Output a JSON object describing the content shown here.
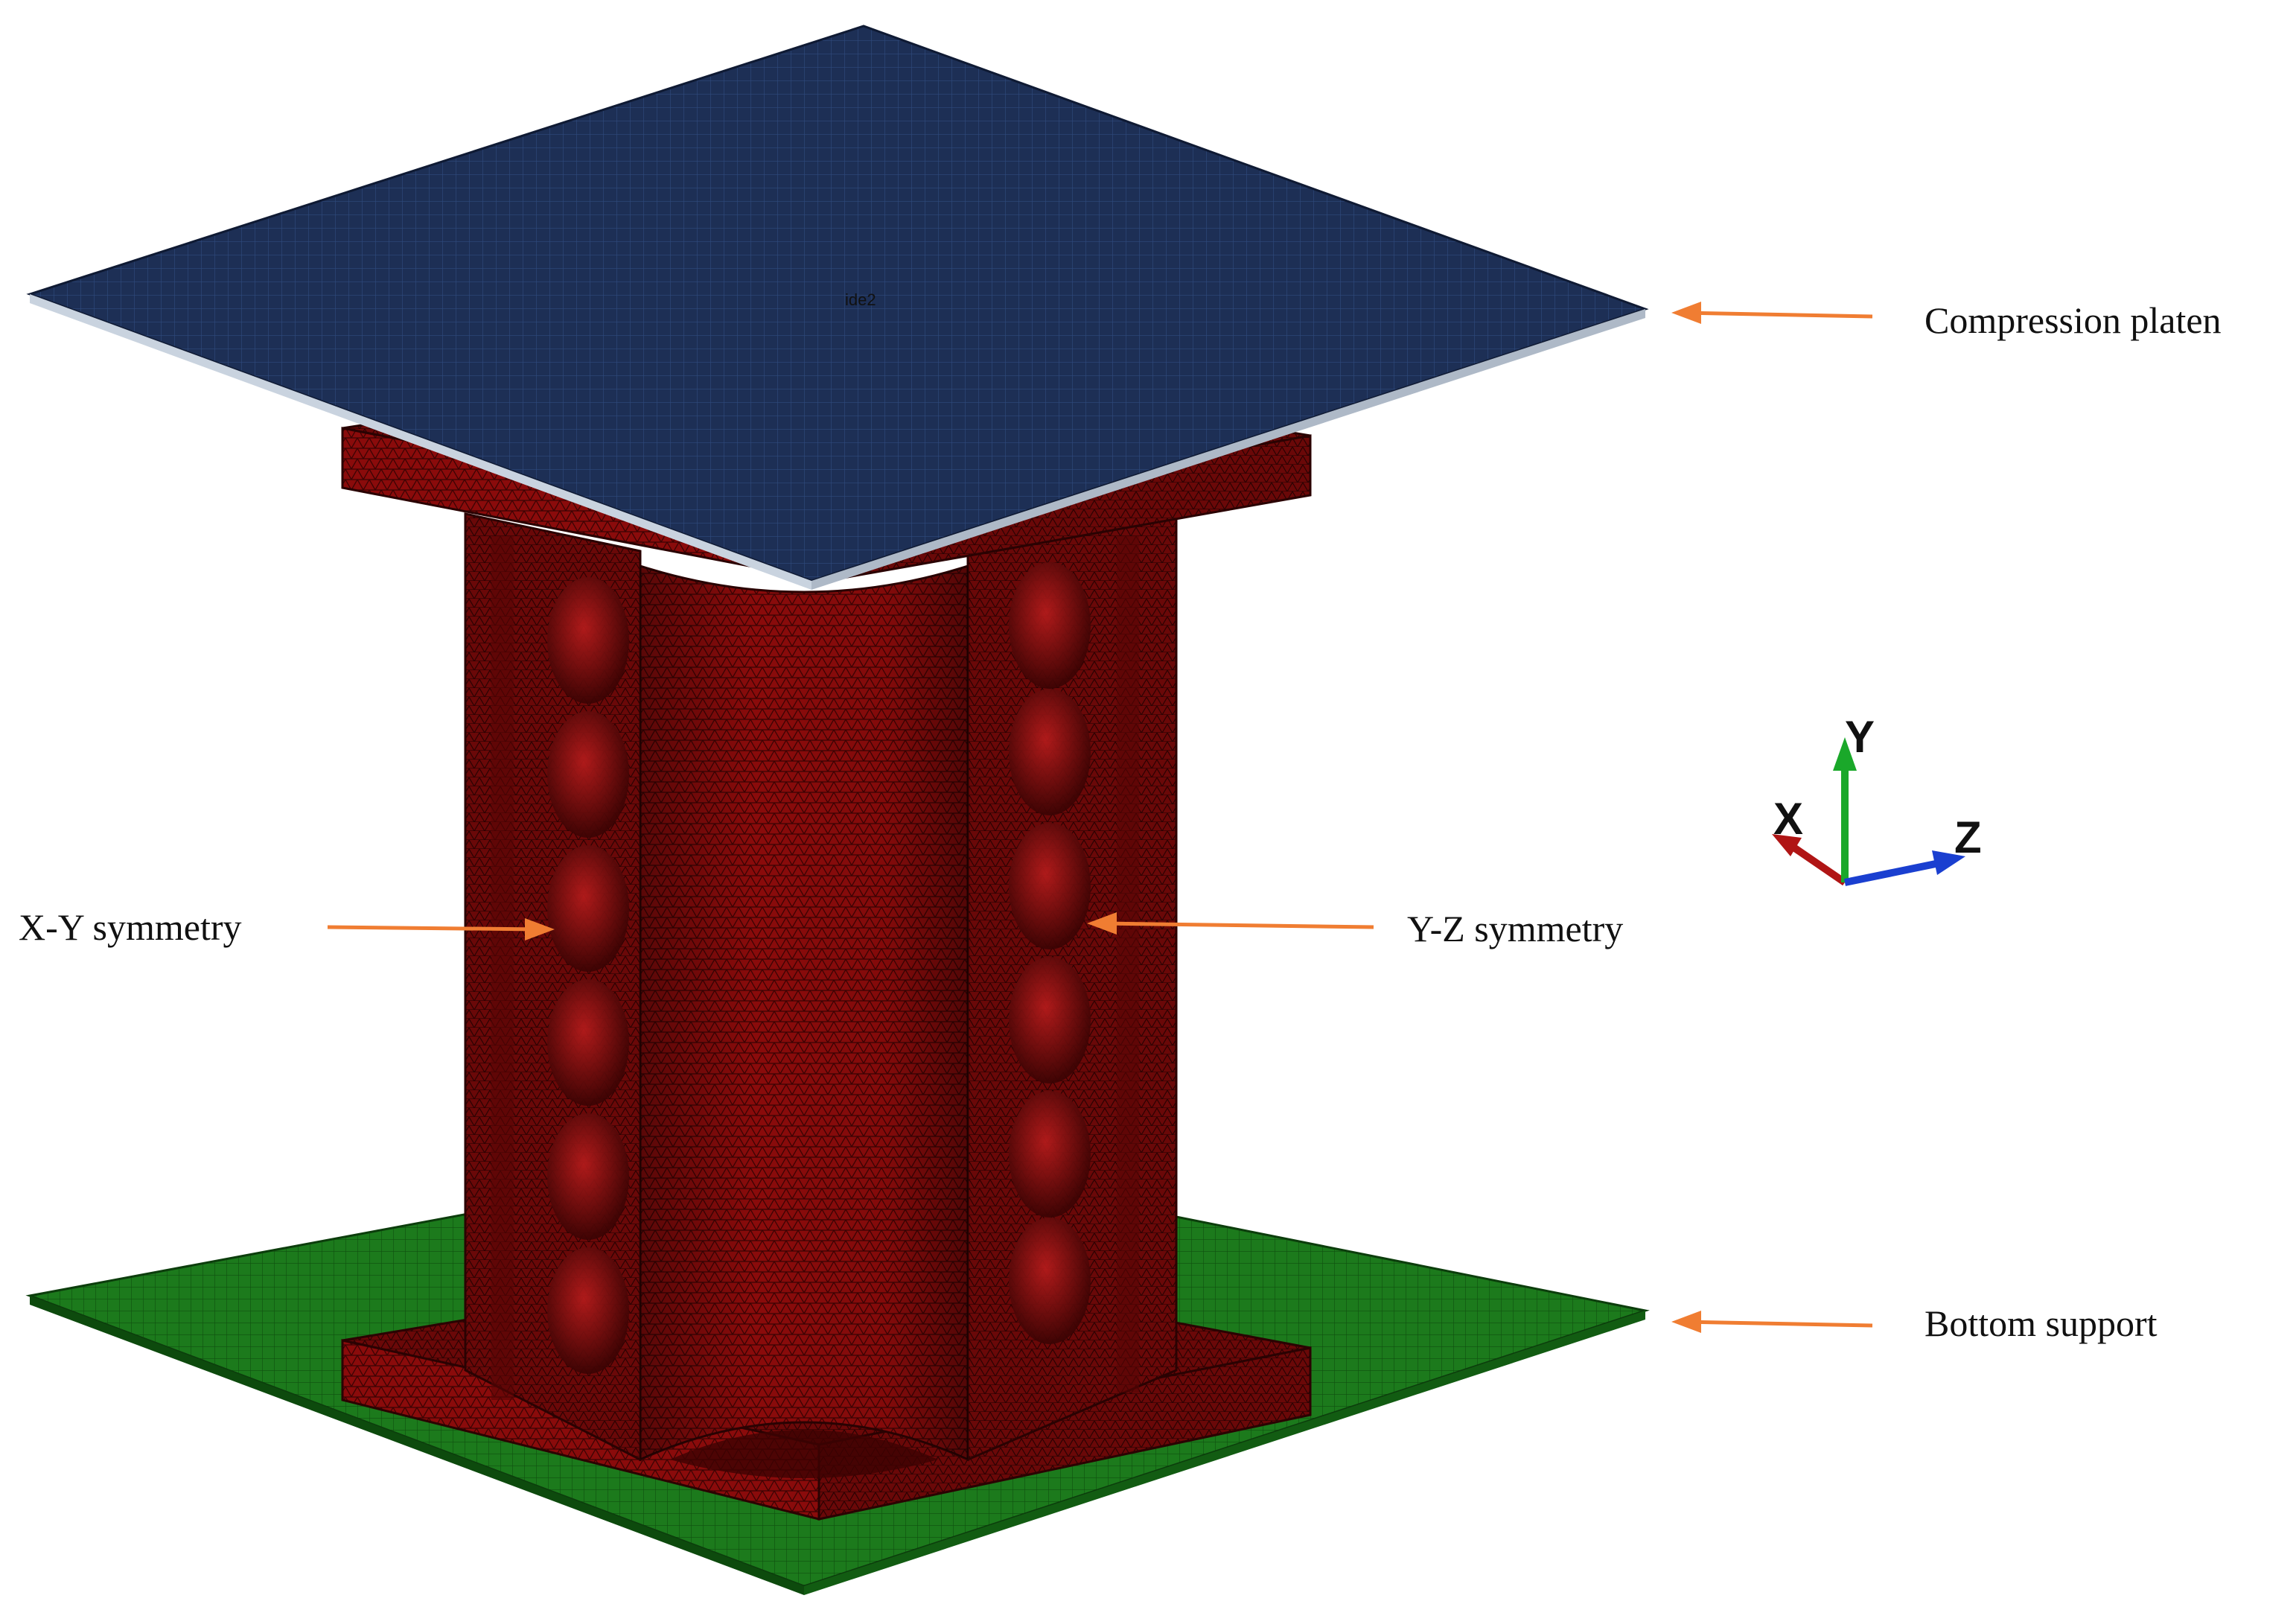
{
  "labels": {
    "compression_platen": "Compression platen",
    "bottom_support": "Bottom support",
    "xy_symmetry": "X-Y symmetry",
    "yz_symmetry": "Y-Z symmetry"
  },
  "triad": {
    "x": "X",
    "y": "Y",
    "z": "Z"
  },
  "model_tag": "ide2",
  "colors": {
    "platen": "#1d2f55",
    "platen_edge": "#c9d3df",
    "support": "#1c7a1c",
    "structure": "#8a0b0b",
    "structure_dark": "#5e0606",
    "structure_light": "#a51818",
    "arrow": "#f07d32",
    "axis_x": "#b01515",
    "axis_y": "#1aa82a",
    "axis_z": "#1a3fd0"
  },
  "icons": {
    "triad": "xyz-axis-triad-icon",
    "arrow": "arrow-left-icon"
  }
}
